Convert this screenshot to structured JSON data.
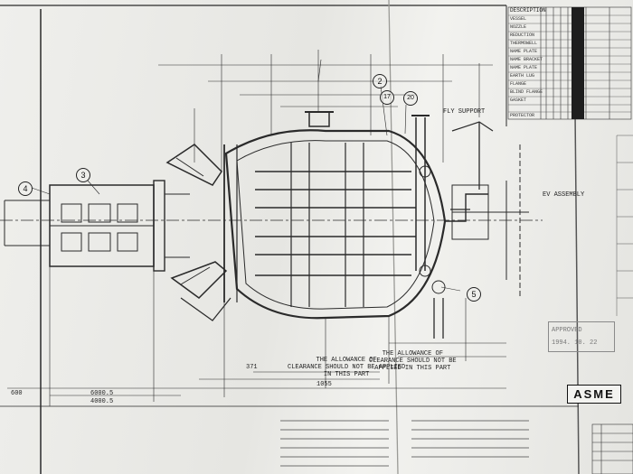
{
  "drawing": {
    "stamp_text": "ASME",
    "approval_stamp": [
      "APPROVED",
      "1994. 10. 22"
    ],
    "bom": {
      "header": "DESCRIPTION",
      "rows": [
        "VESSEL",
        "NOZZLE",
        "REDUCTION",
        "THERMOWELL",
        "NAME PLATE",
        "NAME BRACKET",
        "NAME PLATE",
        "EARTH LUG",
        "FLANGE",
        "BLIND FLANGE",
        "GASKET",
        "PROTECTOR"
      ]
    },
    "balloons": [
      "2",
      "3",
      "4",
      "5",
      "17",
      "20"
    ],
    "notes": {
      "clearance_left": [
        "THE ALLOWANCE OF",
        "CLEARANCE SHOULD NOT BE APPLIED",
        "IN THIS PART"
      ],
      "clearance_right": [
        "THE ALLOWANCE OF",
        "CLEARANCE SHOULD NOT BE",
        "APPLIED IN THIS PART"
      ],
      "view_label": "EV ASSEMBLY",
      "fly_support": "FLY SUPPORT"
    },
    "dimensions": {
      "d1": "1055",
      "d2": "6000.5",
      "d3": "4000.5",
      "d4": "600",
      "d5": "371"
    }
  }
}
